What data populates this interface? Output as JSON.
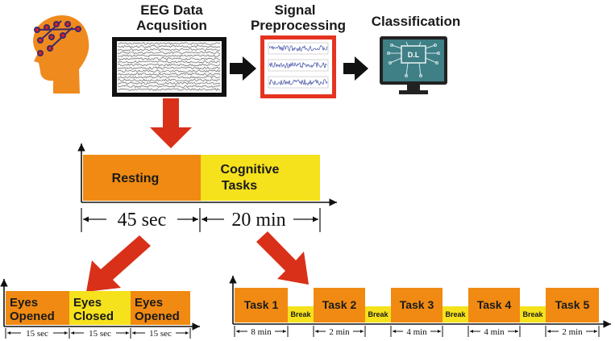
{
  "pipeline": {
    "acquisition_title_1": "EEG Data",
    "acquisition_title_2": "Acqusition",
    "preprocessing_title_1": "Signal",
    "preprocessing_title_2": "Preprocessing",
    "classification_title": "Classification",
    "chip_label": "D.L"
  },
  "protocol": {
    "resting_label": "Resting",
    "cognitive_label_1": "Cognitive",
    "cognitive_label_2": "Tasks",
    "resting_duration": "45 sec",
    "cognitive_duration": "20 min"
  },
  "resting_detail": {
    "blocks": [
      {
        "line1": "Eyes",
        "line2": "Opened",
        "duration": "15 sec"
      },
      {
        "line1": "Eyes",
        "line2": "Closed",
        "duration": "15 sec"
      },
      {
        "line1": "Eyes",
        "line2": "Opened",
        "duration": "15 sec"
      }
    ]
  },
  "task_detail": {
    "tasks": [
      {
        "label": "Task 1",
        "duration": "8 min"
      },
      {
        "label": "Task 2",
        "duration": "2 min"
      },
      {
        "label": "Task 3",
        "duration": "4 min"
      },
      {
        "label": "Task 4",
        "duration": "4 min"
      },
      {
        "label": "Task 5",
        "duration": "2 min"
      }
    ],
    "break_label": "Break"
  },
  "colors": {
    "orange": "#f08a12",
    "yellow": "#f5e11c",
    "red_arrow": "#d9301a",
    "black_arrow": "#111111",
    "monitor_teal": "#3f7f86"
  }
}
